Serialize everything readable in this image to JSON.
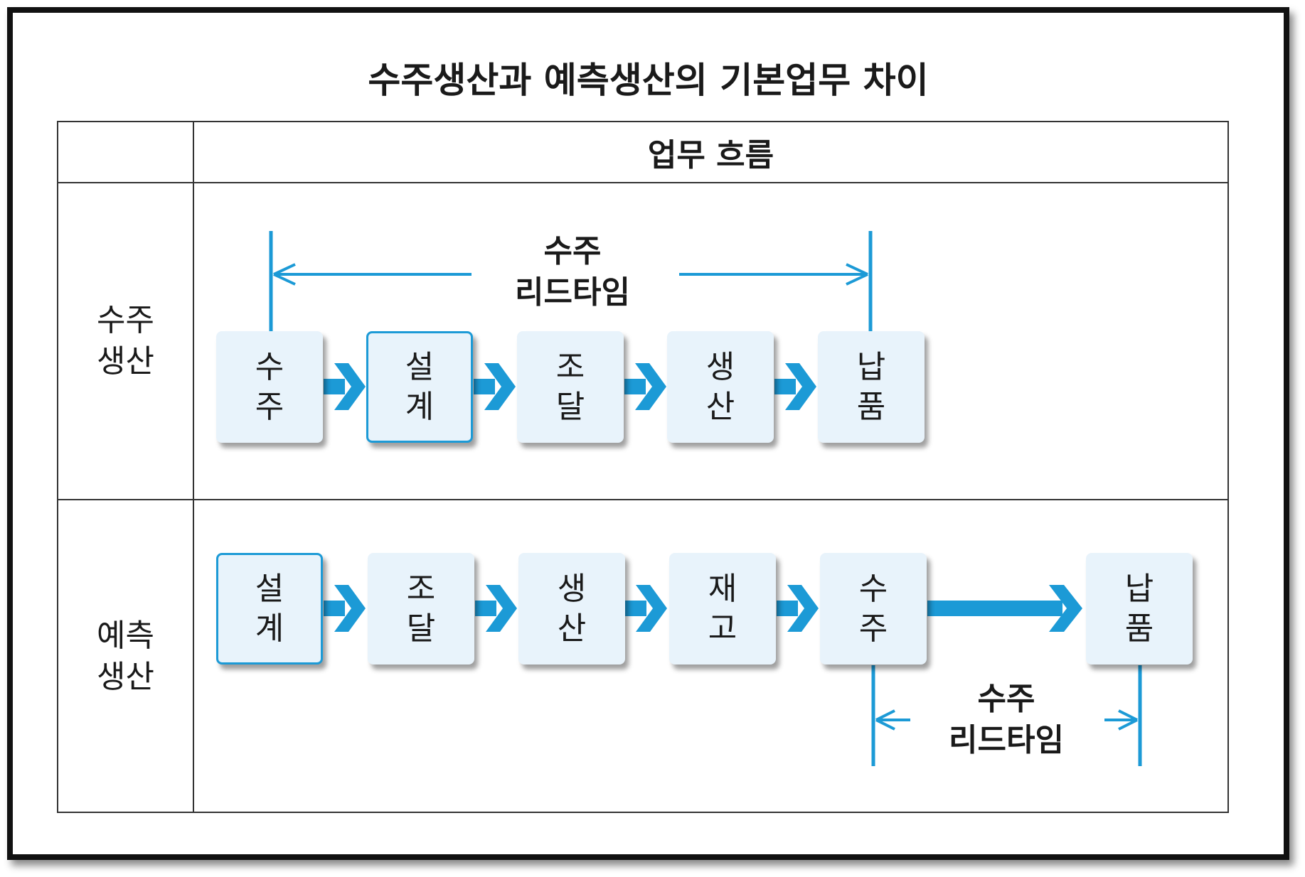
{
  "title": "수주생산과 예측생산의 기본업무 차이",
  "header": {
    "flow_label": "업무 흐름"
  },
  "rows": [
    {
      "label": [
        "수주",
        "생산"
      ],
      "steps": [
        [
          "수",
          "주"
        ],
        [
          "설",
          "계"
        ],
        [
          "조",
          "달"
        ],
        [
          "생",
          "산"
        ],
        [
          "납",
          "품"
        ]
      ],
      "highlighted_step": "설계",
      "lead_time_label": [
        "수주",
        "리드타임"
      ]
    },
    {
      "label": [
        "예측",
        "생산"
      ],
      "steps": [
        [
          "설",
          "계"
        ],
        [
          "조",
          "달"
        ],
        [
          "생",
          "산"
        ],
        [
          "재",
          "고"
        ],
        [
          "수",
          "주"
        ],
        [
          "납",
          "품"
        ]
      ],
      "highlighted_step": "설계",
      "lead_time_label": [
        "수주",
        "리드타임"
      ]
    }
  ],
  "colors": {
    "accent": "#1c9ad6",
    "box_fill": "#e8f3fb",
    "text": "#1a1a1a",
    "border": "#111111"
  }
}
